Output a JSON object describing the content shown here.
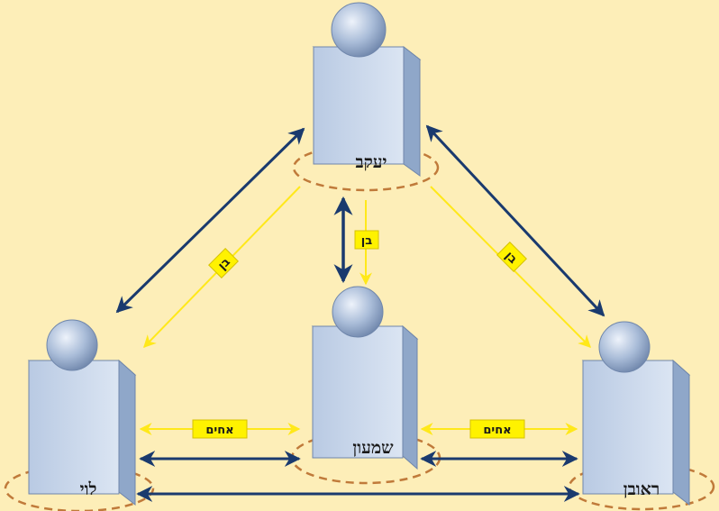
{
  "colors": {
    "background": "#fdeeb8",
    "block_front": "#cfdcef",
    "block_side": "#8fa7c9",
    "block_top": "#e6edf7",
    "sphere": "#9db1cf",
    "dark_arrow": "#1a3a6e",
    "yellow_arrow": "#ffe81a",
    "label_box": "#fff200",
    "dashed_ellipse": "#c07a3a"
  },
  "people": {
    "yaakov": "יעקב",
    "shimon": "שמעון",
    "levi": "לוי",
    "reuven": "ראובן"
  },
  "relations": {
    "son_center": "בן",
    "son_left": "בן",
    "son_right": "בן",
    "brothers_left": "אחים",
    "brothers_right": "אחים"
  }
}
